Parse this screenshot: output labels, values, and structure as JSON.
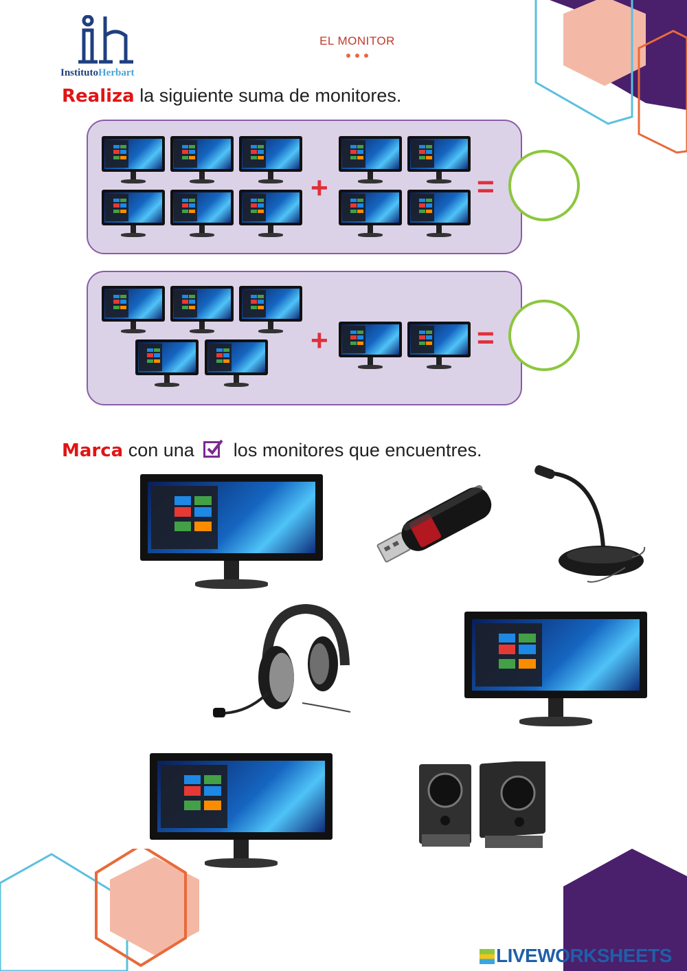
{
  "header": {
    "logo_letters": "ih",
    "logo_name_part1": "Instituto",
    "logo_name_part2": "Herbart",
    "title": "EL MONITOR"
  },
  "exercise1": {
    "keyword": "Realiza",
    "text": " la siguiente suma de monitores.",
    "rows": [
      {
        "left_count": 6,
        "right_count": 4,
        "plus": "+",
        "equals": "="
      },
      {
        "left_count": 5,
        "right_count": 2,
        "plus": "+",
        "equals": "="
      }
    ]
  },
  "exercise2": {
    "keyword": "Marca",
    "text_before": " con una ",
    "text_after": " los monitores que encuentres.",
    "items": [
      "monitor",
      "usb-drive",
      "microphone",
      "headset",
      "monitor",
      "monitor",
      "speakers"
    ]
  },
  "footer": {
    "brand": "LIVEWORKSHEETS"
  },
  "colors": {
    "accent_red": "#e01515",
    "panel_fill": "#dcd2e8",
    "panel_border": "#8a5ca8",
    "circle_green": "#8cc63f",
    "deco_purple": "#4a1f6b",
    "deco_orange": "#e86a3a",
    "deco_blue": "#5bc0de"
  }
}
